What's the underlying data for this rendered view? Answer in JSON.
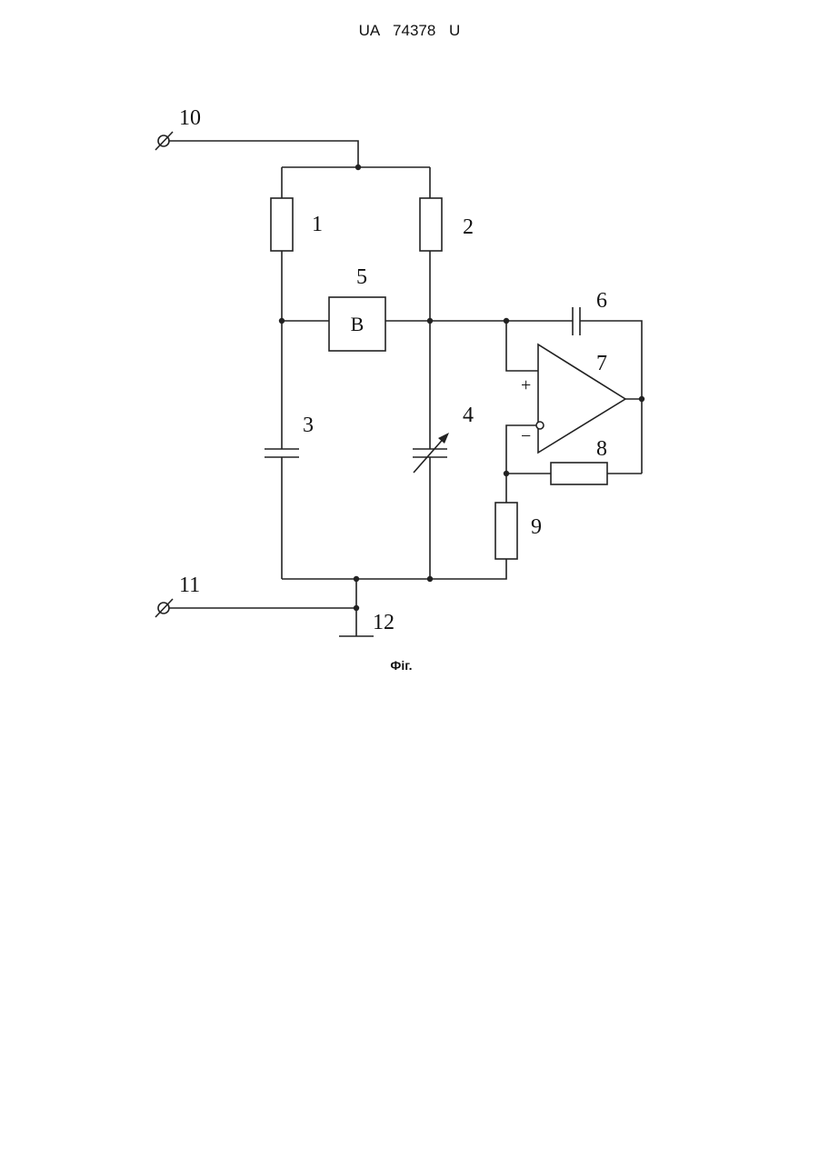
{
  "document_header": "UA 74378 U",
  "figure_caption": "Фіг.",
  "labels": {
    "terminal_10": "10",
    "terminal_11": "11",
    "ground_12": "12",
    "resistor_1": "1",
    "resistor_2": "2",
    "capacitor_3": "3",
    "variable_capacitor_4": "4",
    "block_5": "5",
    "capacitor_6": "6",
    "op_amp_7": "7",
    "resistor_8": "8",
    "resistor_9": "9",
    "block_5_text": "B",
    "plus_input": "+",
    "minus_input": "−"
  }
}
